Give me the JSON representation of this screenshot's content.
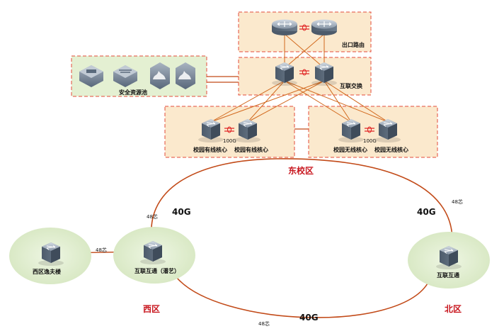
{
  "colors": {
    "fiber": "#c24a18",
    "link": "#d2691e",
    "redbond": "#e02020",
    "panel_fill": "#fbe9cd",
    "panel_border": "#e34b3a",
    "area_fill": "#e4f0d2",
    "zone_text": "#c8161e",
    "device": "#5a6a7c"
  },
  "groups": {
    "exit_routing": "出口路由",
    "interconnect_switch": "互联交换",
    "security_pool": "安全资源池"
  },
  "core": {
    "wired_core_left": "校园有线核心",
    "wired_core_right": "校园有线核心",
    "wireless_core_left": "校园无线核心",
    "wireless_core_right": "校园无线核心",
    "link_wired": "100G",
    "link_wireless": "100G"
  },
  "zones": {
    "east": "东校区",
    "west": "西区",
    "north": "北区"
  },
  "nodes": {
    "west_building": "西区逸夫楼",
    "west_interconnect": "互联互通（潘艺）",
    "north_interconnect": "互联互通"
  },
  "links": {
    "ring_west": "40G",
    "ring_east": "40G",
    "ring_bottom": "40G",
    "fiber_west_ring": "48芯",
    "fiber_west_building": "48芯",
    "fiber_east_ring": "48芯",
    "fiber_bottom": "48芯"
  }
}
